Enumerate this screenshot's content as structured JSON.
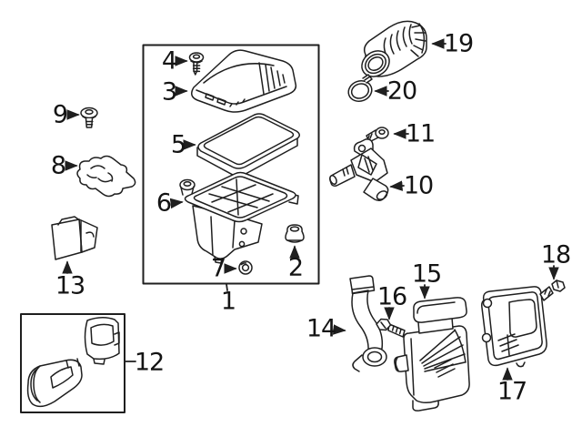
{
  "diagram": {
    "type": "exploded-parts-diagram",
    "background_color": "#ffffff",
    "line_color": "#1f1f1f",
    "callouts": {
      "c1": "1",
      "c2": "2",
      "c3": "3",
      "c4": "4",
      "c5": "5",
      "c6": "6",
      "c7": "7",
      "c8": "8",
      "c9": "9",
      "c10": "10",
      "c11": "11",
      "c12": "12",
      "c13": "13",
      "c14": "14",
      "c15": "15",
      "c16": "16",
      "c17": "17",
      "c18": "18",
      "c19": "19",
      "c20": "20"
    }
  }
}
